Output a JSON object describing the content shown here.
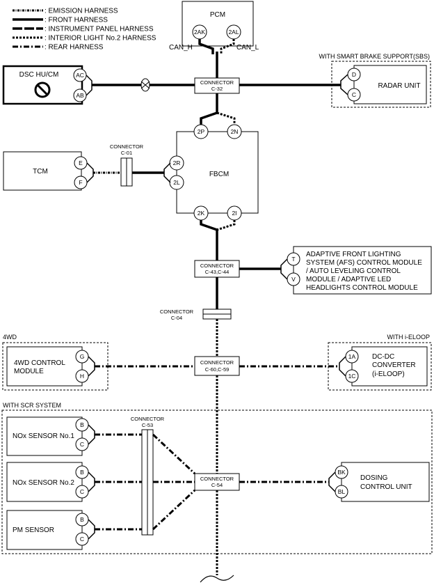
{
  "legend": {
    "emission": ": EMISSION HARNESS",
    "front": ": FRONT HARNESS",
    "instrument_panel": ": INSTRUMENT PANEL HARNESS",
    "interior_light": ": INTERIOR LIGHT No.2 HARNESS",
    "rear": ": REAR HARNESS"
  },
  "pcm": {
    "title": "PCM",
    "pin_left": "2AK",
    "pin_right": "2AL",
    "can_h": "CAN_H",
    "can_l": "CAN_L"
  },
  "dsc": {
    "title": "DSC HU/CM",
    "pin_top": "AC",
    "pin_bottom": "AB"
  },
  "connector_c32": {
    "line1": "CONNECTOR",
    "line2": "C-32"
  },
  "sbs": {
    "group": "WITH SMART BRAKE SUPPORT(SBS)",
    "title": "RADAR UNIT",
    "pin_top": "D",
    "pin_bottom": "C"
  },
  "fbcm": {
    "title": "FBCM",
    "pin_2p": "2P",
    "pin_2n": "2N",
    "pin_2r": "2R",
    "pin_2l": "2L",
    "pin_2k": "2K",
    "pin_2i": "2I"
  },
  "tcm": {
    "title": "TCM",
    "pin_top": "E",
    "pin_bottom": "F"
  },
  "connector_c01": {
    "line1": "CONNECTOR",
    "line2": "C-01"
  },
  "connector_c43": {
    "line1": "CONNECTOR",
    "line2": "C-43,C-44"
  },
  "afs": {
    "line1": "ADAPTIVE FRONT LIGHTING",
    "line2": "SYSTEM (AFS) CONTROL MODULE",
    "line3": "/ AUTO LEVELING CONTROL",
    "line4": "MODULE / ADAPTIVE LED",
    "line5": "HEADLIGHTS CONTROL MODULE",
    "pin_top": "T",
    "pin_bottom": "V"
  },
  "connector_c04": {
    "line1": "CONNECTOR",
    "line2": "C-04"
  },
  "fourwd": {
    "group": "4WD",
    "line1": "4WD CONTROL",
    "line2": "MODULE",
    "pin_top": "G",
    "pin_bottom": "H"
  },
  "connector_c60": {
    "line1": "CONNECTOR",
    "line2": "C-60,C-59"
  },
  "ieloop": {
    "group": "WITH i-ELOOP",
    "line1": "DC-DC",
    "line2": "CONVERTER",
    "line3": "(i-ELOOP)",
    "pin_top": "1A",
    "pin_bottom": "1C"
  },
  "scr": {
    "group": "WITH SCR SYSTEM"
  },
  "nox1": {
    "title": "NOx SENSOR No.1",
    "pin_top": "B",
    "pin_bottom": "C"
  },
  "nox2": {
    "title": "NOx SENSOR No.2",
    "pin_top": "B",
    "pin_bottom": "C"
  },
  "pm": {
    "title": "PM SENSOR",
    "pin_top": "B",
    "pin_bottom": "C"
  },
  "connector_c53": {
    "line1": "CONNECTOR",
    "line2": "C-53"
  },
  "connector_c54": {
    "line1": "CONNECTOR",
    "line2": "C-54"
  },
  "dosing": {
    "line1": "DOSING",
    "line2": "CONTROL UNIT",
    "pin_top": "BK",
    "pin_bottom": "BL"
  }
}
